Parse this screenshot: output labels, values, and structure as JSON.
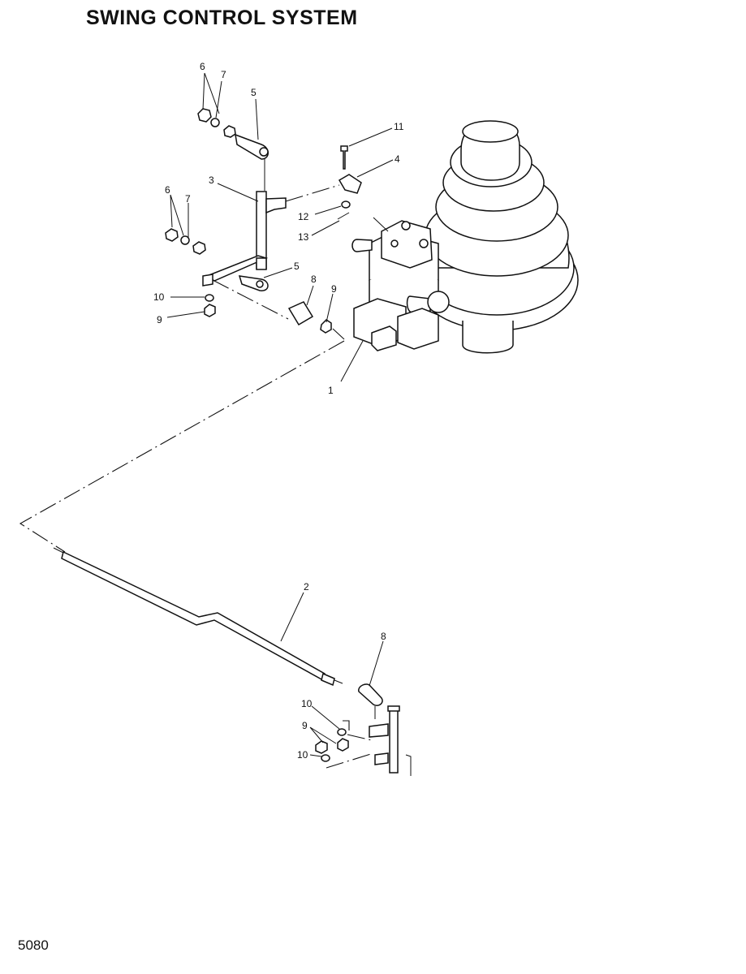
{
  "title": "SWING CONTROL SYSTEM",
  "document_number": "5080",
  "callouts": {
    "n1": "1",
    "n2": "2",
    "n3": "3",
    "n4": "4",
    "n5a": "5",
    "n5b": "5",
    "n6a": "6",
    "n6b": "6",
    "n7a": "7",
    "n7b": "7",
    "n8a": "8",
    "n8b": "8",
    "n9a": "9",
    "n9b": "9",
    "n9c": "9",
    "n10a": "10",
    "n10b": "10",
    "n10c": "10",
    "n11": "11",
    "n12": "12",
    "n13": "13"
  }
}
